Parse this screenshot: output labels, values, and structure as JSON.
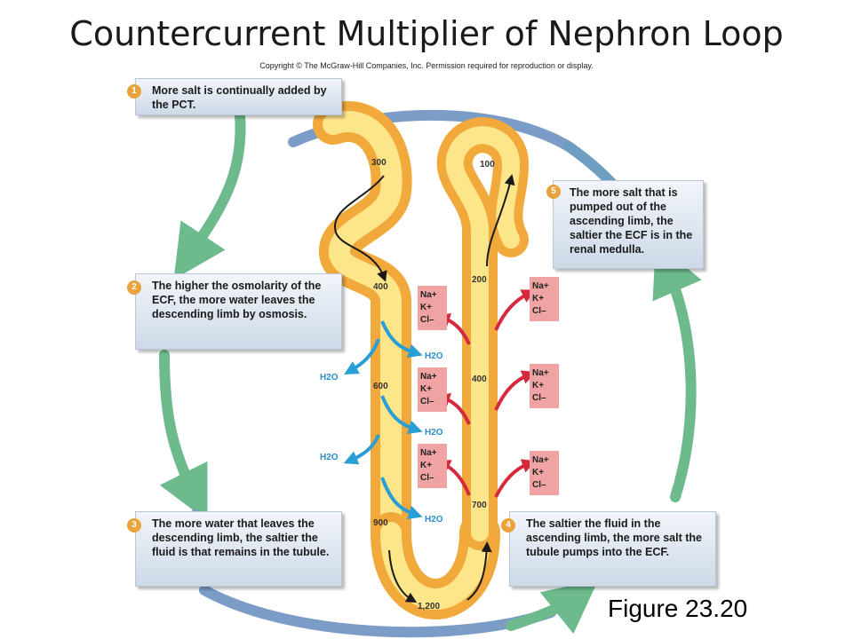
{
  "title": "Countercurrent Multiplier of Nephron Loop",
  "copyright": "Copyright © The McGraw-Hill Companies, Inc. Permission required for reproduction or display.",
  "figure_label": "Figure 23.20",
  "steps": [
    {
      "number": "1",
      "text": "More salt is continually added by the PCT."
    },
    {
      "number": "2",
      "text": "The higher the osmolarity of the ECF, the more water leaves the descending limb by osmosis."
    },
    {
      "number": "3",
      "text": "The more water that leaves the descending limb, the saltier the fluid is that remains in the tubule."
    },
    {
      "number": "4",
      "text": "The saltier the fluid in the ascending limb, the more salt the tubule pumps into the ECF."
    },
    {
      "number": "5",
      "text": "The more salt that is pumped out of the ascending limb, the saltier the ECF is in the renal medulla."
    }
  ],
  "osmolarity": {
    "descending": [
      "300",
      "400",
      "600",
      "900"
    ],
    "bottom": "1,200",
    "ascending": [
      "100",
      "200",
      "400",
      "700"
    ]
  },
  "water_label": "H2O",
  "ions": [
    "Na+",
    "K+",
    "Cl–"
  ],
  "colors": {
    "tubule_light": "#fde58a",
    "tubule_dark": "#f2a93b",
    "cycle_green": "#6dbb8c",
    "cycle_blue": "#7a9cc6",
    "water_arrow": "#2a9fd6",
    "salt_arrow": "#d42a3c",
    "ion_box": "#f0a3a3",
    "step_badge": "#e8a33a"
  }
}
